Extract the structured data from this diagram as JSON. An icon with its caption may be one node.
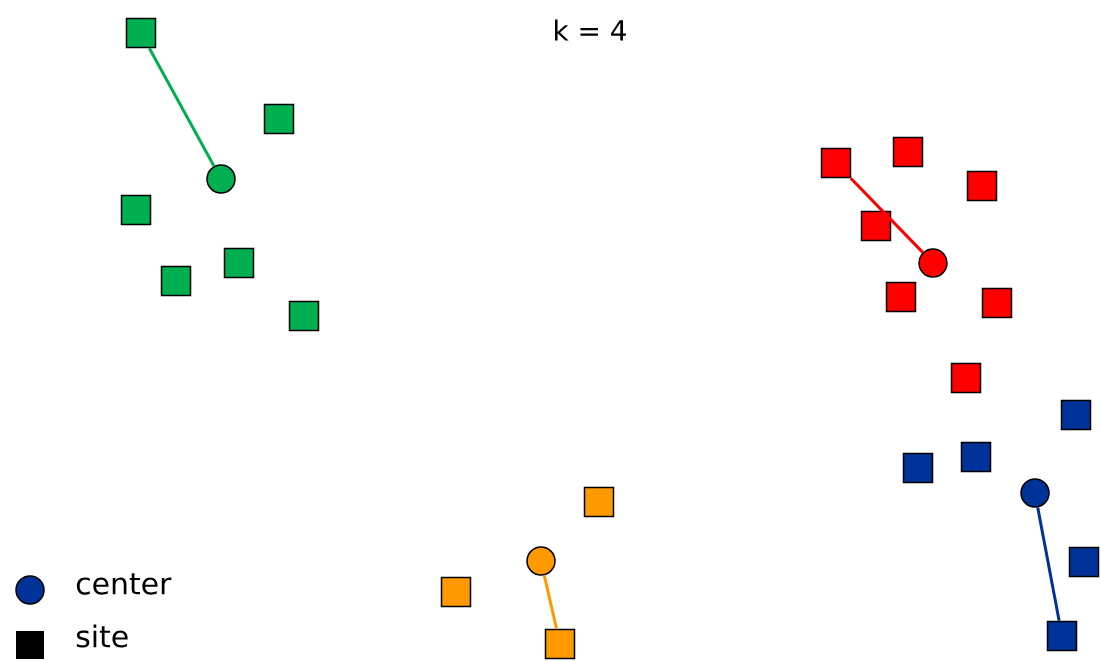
{
  "diagram": {
    "title": "k = 4",
    "nodes": [
      {
        "text": [],
        "shape": "circle"
      },
      {
        "text": [],
        "shape": "box"
      },
      {
        "text": [],
        "shape": "box"
      },
      {
        "text": [],
        "shape": "box"
      },
      {
        "text": [],
        "shape": "box"
      },
      {
        "text": [],
        "shape": "box"
      },
      {
        "text": [],
        "shape": "box"
      },
      {
        "text": [],
        "shape": "circle"
      },
      {
        "text": [],
        "shape": "box"
      },
      {
        "text": [],
        "shape": "box"
      },
      {
        "text": [],
        "shape": "box"
      },
      {
        "text": [],
        "shape": "box"
      },
      {
        "text": [],
        "shape": "box"
      },
      {
        "text": [],
        "shape": "box"
      },
      {
        "text": [],
        "shape": "box"
      },
      {
        "text": [],
        "shape": "circle"
      },
      {
        "text": [],
        "shape": "box"
      },
      {
        "text": [],
        "shape": "box"
      },
      {
        "text": [],
        "shape": "box"
      },
      {
        "text": [],
        "shape": "box"
      },
      {
        "text": [],
        "shape": "box"
      },
      {
        "text": [],
        "shape": "circle"
      },
      {
        "text": [],
        "shape": "box"
      },
      {
        "text": [],
        "shape": "box"
      },
      {
        "text": [],
        "shape": "box"
      }
    ],
    "edges": [
      {
        "from": 0,
        "to": 1,
        "arrow": "none",
        "color": "#00b050"
      },
      {
        "from": 7,
        "to": 8,
        "arrow": "none",
        "color": "#ff0000"
      },
      {
        "from": 15,
        "to": 20,
        "arrow": "none",
        "color": "#003399"
      },
      {
        "from": 21,
        "to": 24,
        "arrow": "none",
        "color": "#ff9900"
      }
    ],
    "legend": [
      {
        "text": "center"
      },
      {
        "text": "site"
      }
    ]
  }
}
